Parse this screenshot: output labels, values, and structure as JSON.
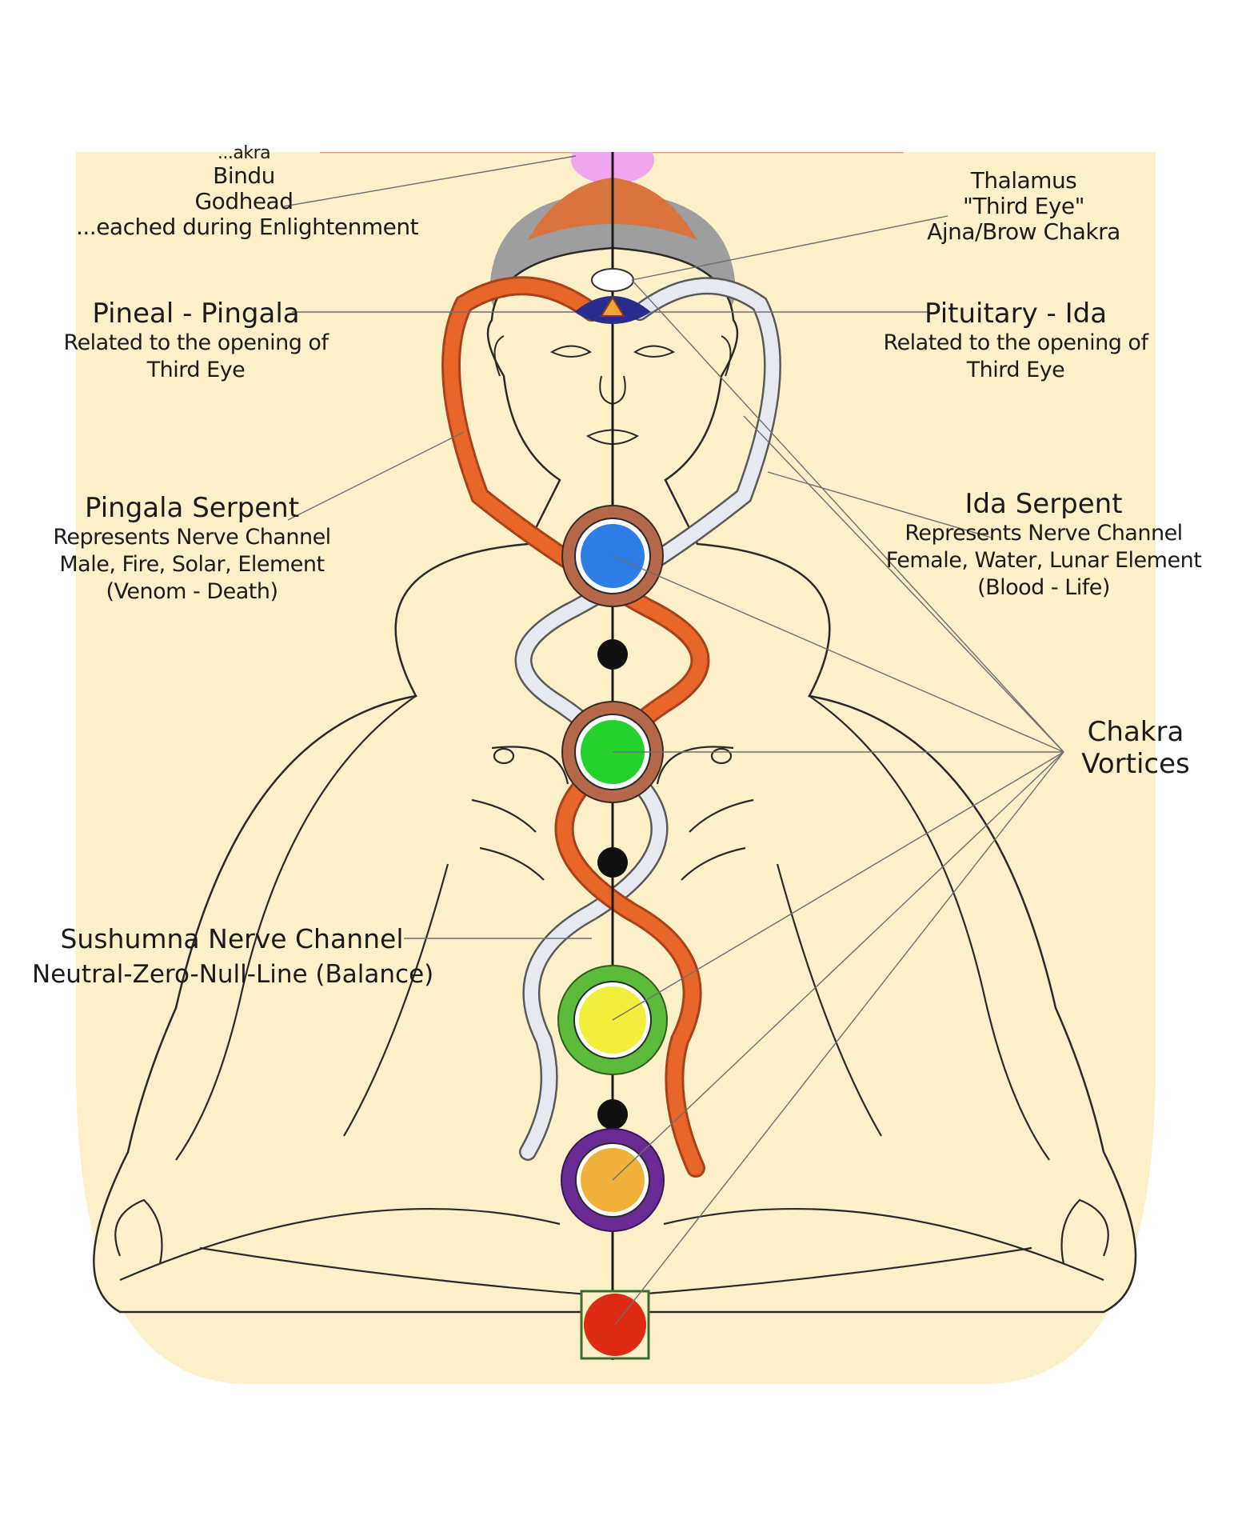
{
  "labels": {
    "crown": {
      "line1": "...akra",
      "line2": "Bindu",
      "line3": "Godhead",
      "line4": "...eached during Enlightenment"
    },
    "thalamus": {
      "line1": "Thalamus",
      "line2": "\"Third Eye\"",
      "line3": "Ajna/Brow Chakra"
    },
    "pineal": {
      "title": "Pineal - Pingala",
      "line1": "Related to the opening of",
      "line2": "Third Eye"
    },
    "pituitary": {
      "title": "Pituitary - Ida",
      "line1": "Related to the opening of",
      "line2": "Third Eye"
    },
    "pingala": {
      "title": "Pingala Serpent",
      "line1": "Represents Nerve Channel",
      "line2": "Male, Fire, Solar, Element",
      "line3": "(Venom - Death)"
    },
    "ida": {
      "title": "Ida Serpent",
      "line1": "Represents Nerve Channel",
      "line2": "Female, Water, Lunar Element",
      "line3": "(Blood - Life)"
    },
    "chakra": {
      "line1": "Chakra",
      "line2": "Vortices"
    },
    "sushumna": {
      "line1": "Sushumna Nerve Channel",
      "line2": "Neutral-Zero-Null-Line (Balance)"
    }
  },
  "colors": {
    "skin": "#fbf0c8",
    "outline": "#2a2a2a",
    "pingala": "#e8662a",
    "ida": "#dfe3ea",
    "hair": "#9a9a9a",
    "rays": "#e07a3c",
    "throat_chakra": "#2e7ee6",
    "heart_chakra": "#22d22a",
    "solar_chakra": "#f2ef3c",
    "sacral_chakra": "#f0b13a",
    "root_chakra": "#dd2a12",
    "node": "#111111"
  }
}
